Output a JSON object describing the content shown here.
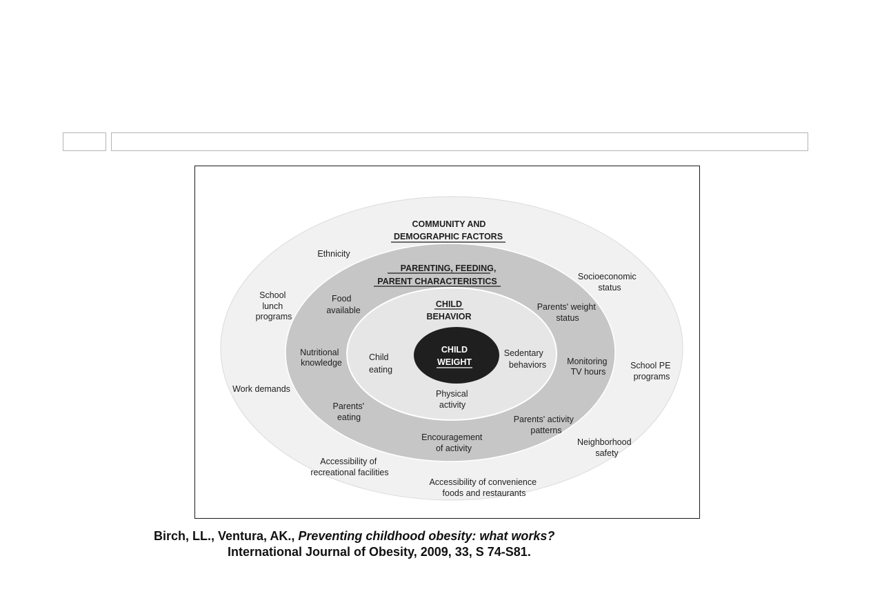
{
  "diagram": {
    "outer_ring": {
      "title_line1": "COMMUNITY AND",
      "title_line2": "DEMOGRAPHIC FACTORS",
      "items": {
        "ethnicity": [
          "Ethnicity"
        ],
        "school_lunch": [
          "School",
          "lunch",
          "programs"
        ],
        "socioeconomic": [
          "Socioeconomic",
          "status"
        ],
        "work_demands": [
          "Work demands"
        ],
        "school_pe": [
          "School PE",
          "programs"
        ],
        "neighborhood": [
          "Neighborhood",
          "safety"
        ],
        "recreational": [
          "Accessibility of",
          "recreational facilities"
        ],
        "convenience": [
          "Accessibility of convenience",
          "foods and restaurants"
        ]
      }
    },
    "parent_ring": {
      "title_line1": "PARENTING, FEEDING,",
      "title_line2": "PARENT CHARACTERISTICS",
      "items": {
        "food_available": [
          "Food",
          "available"
        ],
        "parents_weight": [
          "Parents' weight",
          "status"
        ],
        "nutritional": [
          "Nutritional",
          "knowledge"
        ],
        "monitoring": [
          "Monitoring",
          "TV hours"
        ],
        "parents_eating": [
          "Parents'",
          "eating"
        ],
        "parents_activity": [
          "Parents' activity",
          "patterns"
        ],
        "encouragement": [
          "Encouragement",
          "of activity"
        ]
      }
    },
    "behavior_ring": {
      "title_line1": "CHILD",
      "title_line2": "BEHAVIOR",
      "items": {
        "child_eating": [
          "Child",
          "eating"
        ],
        "sedentary": [
          "Sedentary",
          "behaviors"
        ],
        "physical": [
          "Physical",
          "activity"
        ]
      }
    },
    "core": {
      "line1": "CHILD",
      "line2": "WEIGHT"
    }
  },
  "citation": {
    "authors": "Birch, LL., Ventura, AK., ",
    "title": "Preventing childhood obesity: what works?",
    "journal": "International Journal of Obesity, 2009, 33, S 74-S81."
  },
  "colors": {
    "outer_fill": "#f1f1f1",
    "parent_fill": "#c6c6c6",
    "behavior_fill": "#e6e6e6",
    "core_fill": "#1f1f1f"
  }
}
